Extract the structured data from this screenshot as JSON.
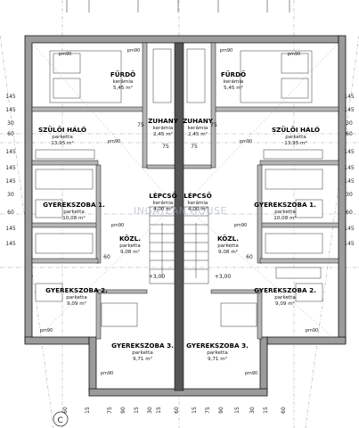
{
  "rooms": [
    {
      "id": "furdo-l",
      "title": "FÜRDŐ",
      "floor": "kerámia",
      "area": "5,45 m²"
    },
    {
      "id": "furdo-r",
      "title": "FÜRDŐ",
      "floor": "kerámia",
      "area": "5,45 m²"
    },
    {
      "id": "zuhany-l",
      "title": "ZUHANY",
      "floor": "kerámia",
      "area": "2,45 m²"
    },
    {
      "id": "zuhany-r",
      "title": "ZUHANY",
      "floor": "kerámia",
      "area": "2,45 m²"
    },
    {
      "id": "szuloi-l",
      "title": "SZÜLŐI HÁLÓ",
      "floor": "parketta",
      "area": "13,95 m²"
    },
    {
      "id": "szuloi-r",
      "title": "SZÜLŐI HÁLÓ",
      "floor": "parketta",
      "area": "13,95 m²"
    },
    {
      "id": "gyerek1-l",
      "title": "GYEREKSZOBA 1.",
      "floor": "parketta",
      "area": "10,08 m²"
    },
    {
      "id": "gyerek1-r",
      "title": "GYEREKSZOBA 1.",
      "floor": "parketta",
      "area": "10,08 m²"
    },
    {
      "id": "lepcso-l",
      "title": "LÉPCSŐ",
      "floor": "kerámia",
      "area": "4,00 m²"
    },
    {
      "id": "lepcso-r",
      "title": "LÉPCSŐ",
      "floor": "kerámia",
      "area": "4,00 m²"
    },
    {
      "id": "kozl-l",
      "title": "KÖZL.",
      "floor": "parketta",
      "area": "9,08 m²"
    },
    {
      "id": "kozl-r",
      "title": "KÖZL.",
      "floor": "parketta",
      "area": "9,08 m²"
    },
    {
      "id": "gyerek2-l",
      "title": "GYEREKSZOBA 2.",
      "floor": "parketta",
      "area": "9,09 m²"
    },
    {
      "id": "gyerek2-r",
      "title": "GYEREKSZOBA 2.",
      "floor": "parketta",
      "area": "9,09 m²"
    },
    {
      "id": "gyerek3-l",
      "title": "GYEREKSZOBA 3.",
      "floor": "parketta",
      "area": "9,71 m²"
    },
    {
      "id": "gyerek3-r",
      "title": "GYEREKSZOBA 3.",
      "floor": "parketta",
      "area": "9,71 m²"
    }
  ],
  "door_labels": [
    "pm90",
    "pm90",
    "pm90",
    "pm90",
    "pm90",
    "pm90",
    "pm90",
    "pm90",
    "pm90",
    "pm90",
    "pm90",
    "pm90"
  ],
  "levels": [
    "+3,00",
    "+3,00"
  ],
  "dimensions_left": [
    "145",
    "145",
    "30",
    "60",
    "145",
    "145",
    "145",
    "30",
    "60",
    "145",
    "145"
  ],
  "dimensions_right": [
    "145",
    "145",
    "30",
    "60",
    "145",
    "145",
    "145",
    "30",
    "60",
    "145",
    "145"
  ],
  "dimensions_bottom": [
    "60",
    "15",
    "75",
    "90",
    "15",
    "30",
    "15",
    "60",
    "15",
    "75",
    "90",
    "15",
    "30",
    "15",
    "60"
  ],
  "inner_dims": [
    "75",
    "75",
    "75",
    "75",
    "60",
    "60"
  ],
  "grid_marker": "C",
  "watermark": "INGATLAN HOUSE"
}
